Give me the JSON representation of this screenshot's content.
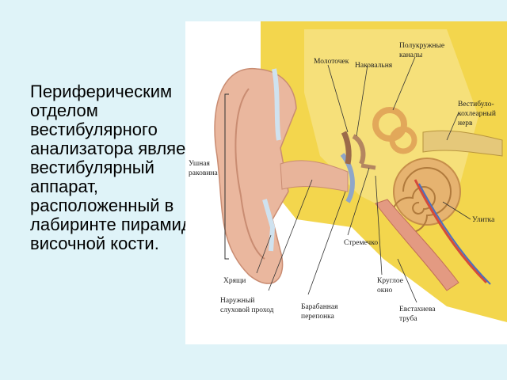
{
  "slide": {
    "text": "Периферическим отделом вестибулярного анализатора является вестибулярный аппарат, расположенный в лабиринте пирамиды височной кости."
  },
  "diagram": {
    "labels": {
      "malleus": "Молоточек",
      "incus": "Наковальня",
      "canals_1": "Полукружные",
      "canals_2": "каналы",
      "nerve_1": "Вестибуло-",
      "nerve_2": "кохлеарный",
      "nerve_3": "нерв",
      "auricle_1": "Ушная",
      "auricle_2": "раковина",
      "cochlea": "Улитка",
      "stapes": "Стремечко",
      "cartilage": "Хрящи",
      "canal_1": "Наружный",
      "canal_2": "слуховой проход",
      "eardrum_1": "Барабанная",
      "eardrum_2": "перепонка",
      "window_1": "Круглое",
      "window_2": "окно",
      "tube_1": "Евстахиева",
      "tube_2": "труба"
    },
    "colors": {
      "bone": "#f2d23a",
      "skin": "#e8b49a",
      "cochlea": "#e6b370",
      "canal": "#cfe2ef",
      "nerve": "#e5c87a",
      "tube": "#e39a82"
    }
  }
}
